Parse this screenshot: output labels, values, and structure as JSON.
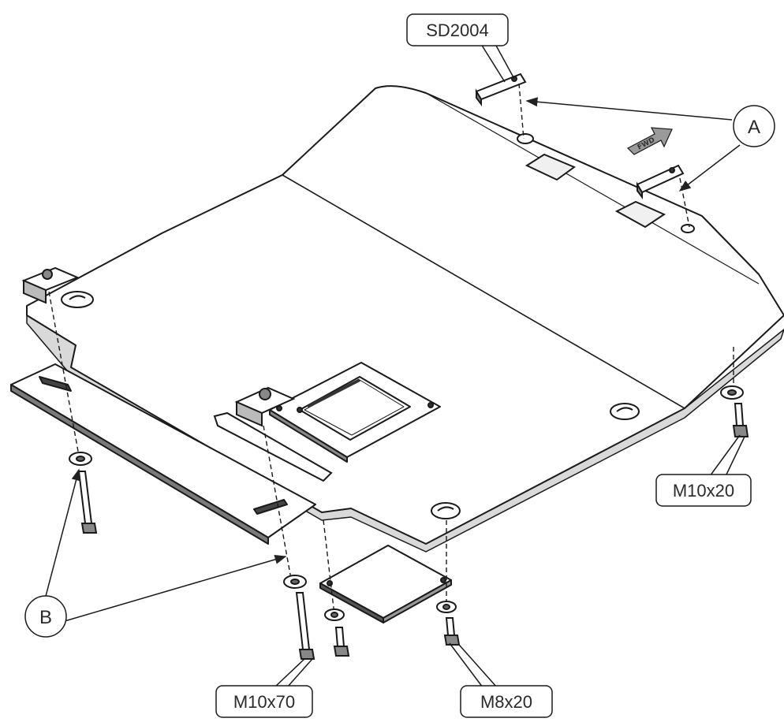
{
  "labels": {
    "part_code": "SD2004",
    "bolt_top_right": "M10x20",
    "bolt_long": "M10x70",
    "bolt_small": "M8x20",
    "callout_a": "A",
    "callout_b": "B",
    "direction": "FWD"
  }
}
